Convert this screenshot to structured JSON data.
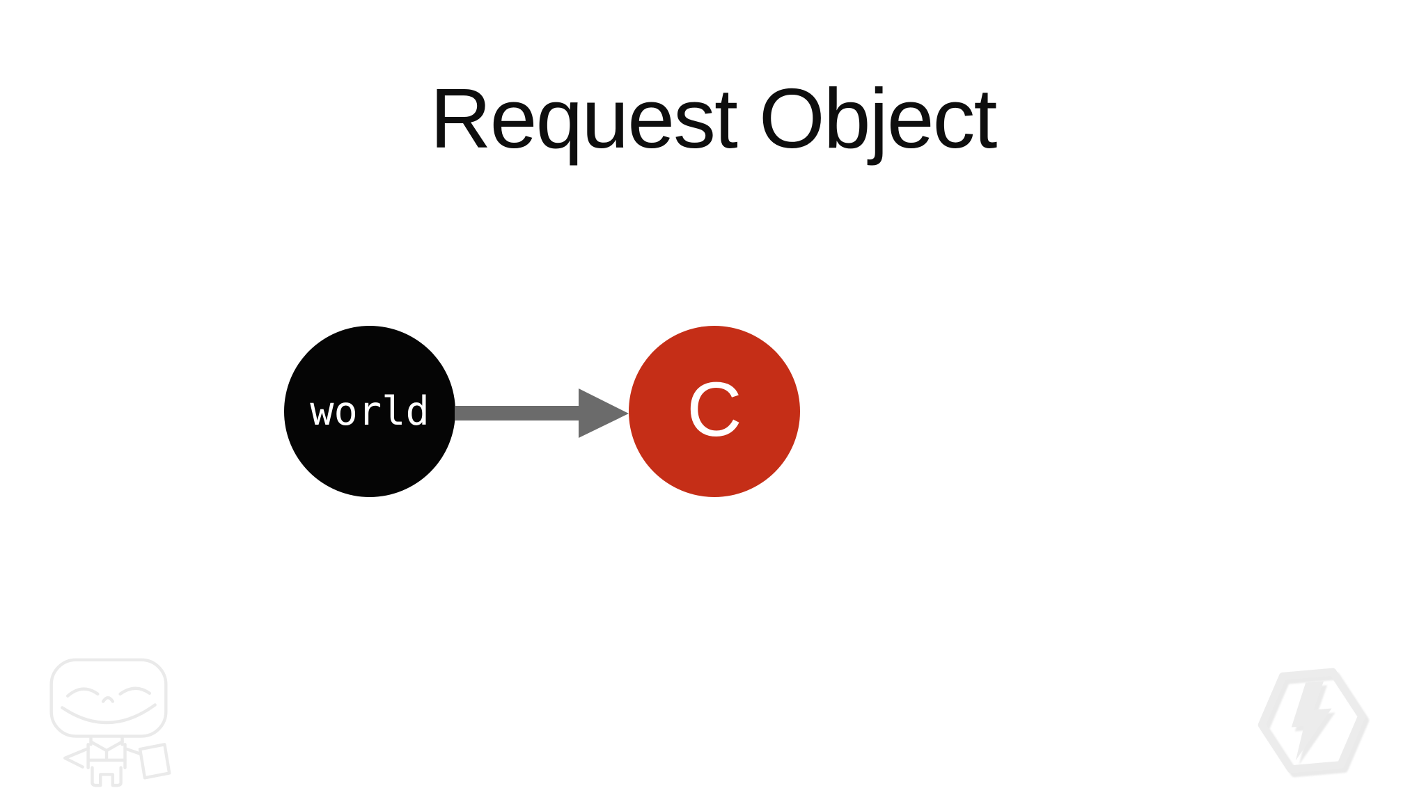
{
  "slide": {
    "title": "Request Object",
    "title_color": "#0e0e0e",
    "background_color": "#ffffff"
  },
  "diagram": {
    "type": "graph",
    "nodes": [
      {
        "id": "world",
        "label": "world",
        "shape": "circle",
        "fill_color": "#050505",
        "label_color": "#ffffff",
        "label_style": "monospace"
      },
      {
        "id": "c",
        "label": "C",
        "shape": "circle",
        "fill_color": "#c52e17",
        "label_color": "#ffffff",
        "label_style": "sans"
      }
    ],
    "edges": [
      {
        "from": "world",
        "to": "c",
        "direction": "right",
        "style": "solid-arrow",
        "color": "#6b6b6b"
      }
    ]
  },
  "watermarks": {
    "color": "#eaeaea",
    "left_icon": "smiling-robot-mascot",
    "right_icon": "hexagon-lightning-bolt"
  }
}
